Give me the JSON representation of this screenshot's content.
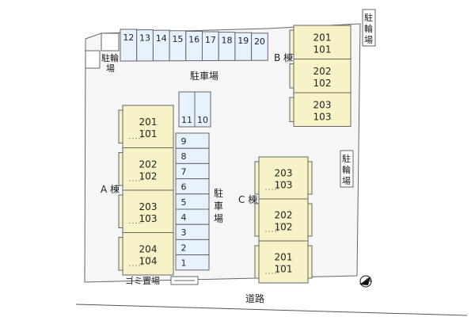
{
  "colors": {
    "lot": "#f6f6f6",
    "building": "#f7f3c6",
    "parking": "#e6f3ff",
    "outline": "#666666"
  },
  "buildings": {
    "A": {
      "label": "A 棟",
      "units": [
        {
          "top": "201",
          "bottom": "101"
        },
        {
          "top": "202",
          "bottom": "102"
        },
        {
          "top": "203",
          "bottom": "103"
        },
        {
          "top": "204",
          "bottom": "104"
        }
      ]
    },
    "B": {
      "label": "B 棟",
      "units": [
        {
          "top": "201",
          "bottom": "101"
        },
        {
          "top": "202",
          "bottom": "102"
        },
        {
          "top": "203",
          "bottom": "103"
        }
      ]
    },
    "C": {
      "label": "C 棟",
      "units": [
        {
          "top": "203",
          "bottom": "103"
        },
        {
          "top": "202",
          "bottom": "102"
        },
        {
          "top": "201",
          "bottom": "101"
        }
      ]
    }
  },
  "parking": {
    "label_top": "駐車場",
    "label_side": [
      "駐",
      "車",
      "場"
    ],
    "row_top": [
      "12",
      "13",
      "14",
      "15",
      "16",
      "17",
      "18",
      "19",
      "20"
    ],
    "pair": [
      "11",
      "10"
    ],
    "column": [
      "9",
      "8",
      "7",
      "6",
      "5",
      "4",
      "3",
      "2",
      "1"
    ]
  },
  "bicycle": {
    "left": [
      "駐輪",
      "場"
    ],
    "top_right": [
      "駐",
      "輪",
      "場"
    ],
    "right": [
      "駐",
      "輪",
      "場"
    ]
  },
  "garbage_label": "ゴミ置場",
  "road_label": "道路",
  "north_label": "N"
}
